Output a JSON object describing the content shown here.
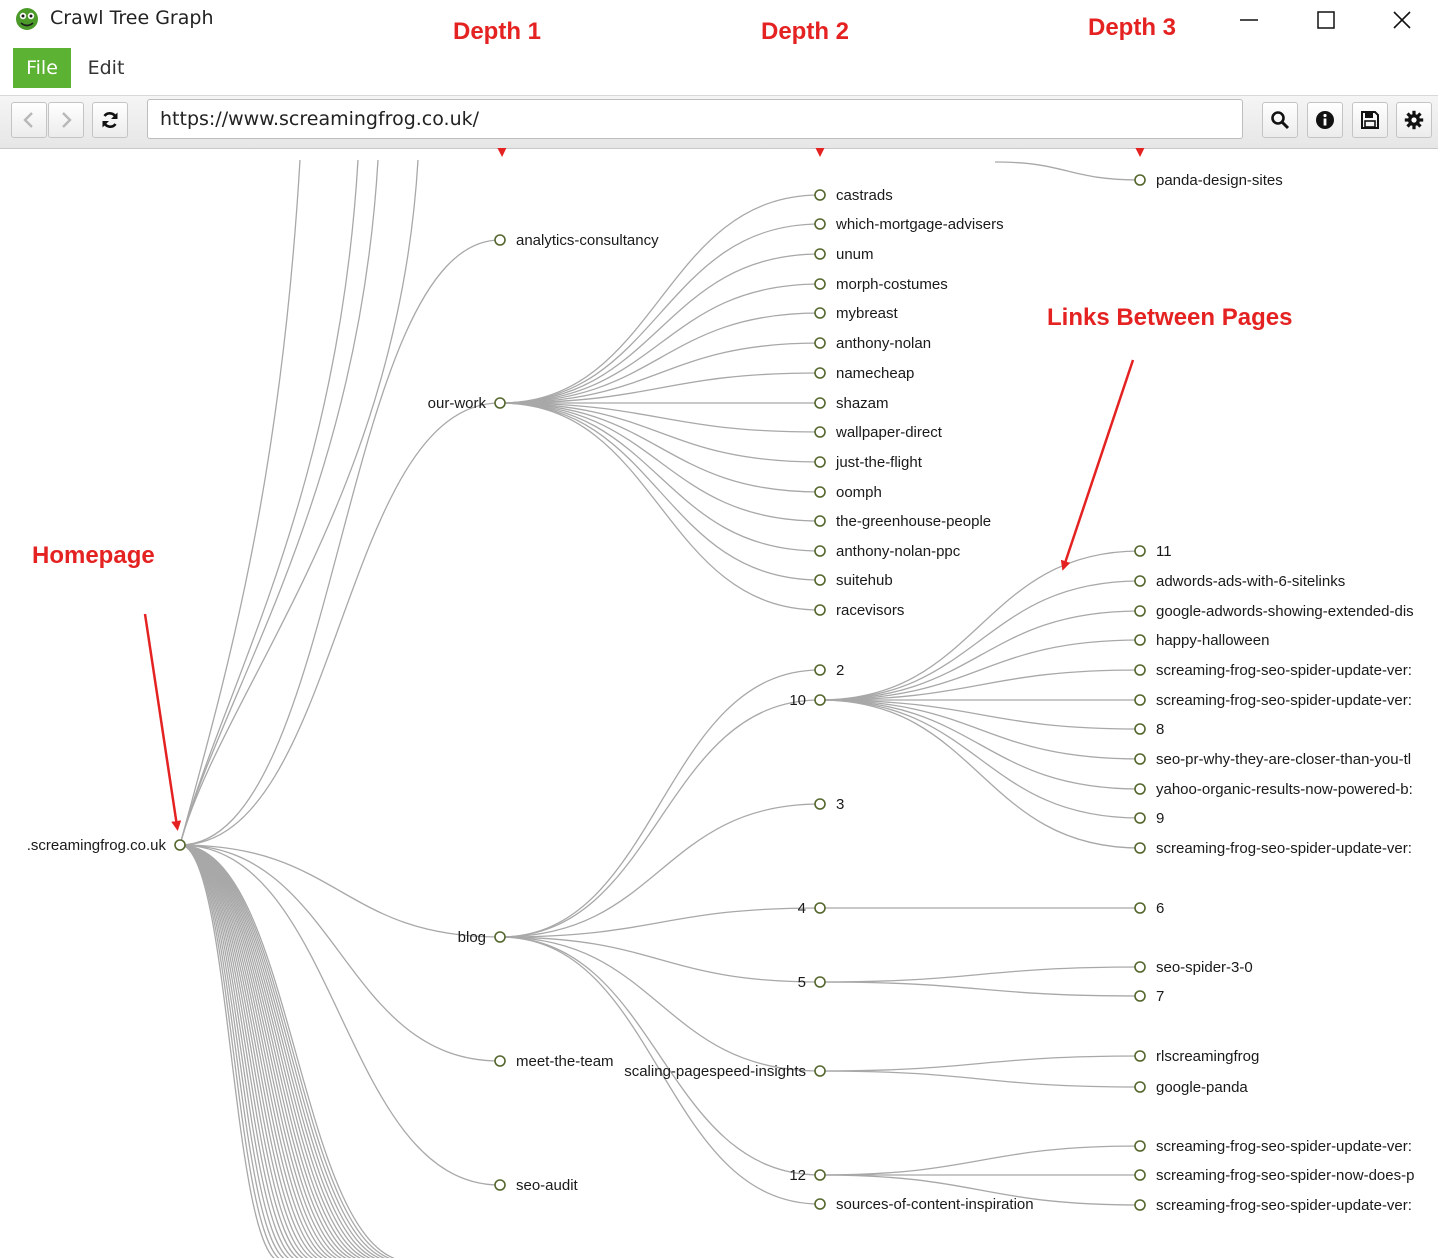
{
  "window": {
    "title": "Crawl Tree Graph"
  },
  "menu": {
    "file": "File",
    "edit": "Edit"
  },
  "toolbar": {
    "url": "https://www.screamingfrog.co.uk/"
  },
  "colors": {
    "accent": "#5cb232",
    "annotation": "#e52222",
    "link": "#a8a8a8",
    "node_stroke": "#55662d"
  },
  "icons": {
    "back": "chevron-left-icon",
    "forward": "chevron-right-icon",
    "refresh": "refresh-icon",
    "search": "search-icon",
    "info": "info-icon",
    "save": "floppy-disk-icon",
    "settings": "gear-icon"
  },
  "annotations": [
    {
      "id": "depth-1",
      "text": "Depth 1"
    },
    {
      "id": "depth-2",
      "text": "Depth 2"
    },
    {
      "id": "depth-3",
      "text": "Depth 3"
    },
    {
      "id": "links-between-pages",
      "text": "Links Between Pages"
    },
    {
      "id": "homepage",
      "text": "Homepage"
    }
  ],
  "tree": {
    "root": ".screamingfrog.co.uk",
    "depth1": [
      "analytics-consultancy",
      "our-work",
      "blog",
      "meet-the-team",
      "seo-audit"
    ],
    "depth2_our_work": [
      "castrads",
      "which-mortgage-advisers",
      "unum",
      "morph-costumes",
      "mybreast",
      "anthony-nolan",
      "namecheap",
      "shazam",
      "wallpaper-direct",
      "just-the-flight",
      "oomph",
      "the-greenhouse-people",
      "anthony-nolan-ppc",
      "suitehub",
      "racevisors"
    ],
    "depth2_blog": [
      "2",
      "10",
      "3",
      "4",
      "5",
      "scaling-pagespeed-insights",
      "12",
      "sources-of-content-inspiration"
    ],
    "depth3_top": [
      "panda-design-sites"
    ],
    "depth3_10": [
      "11",
      "adwords-ads-with-6-sitelinks",
      "google-adwords-showing-extended-dis",
      "happy-halloween",
      "screaming-frog-seo-spider-update-ver:",
      "screaming-frog-seo-spider-update-ver:",
      "8",
      "seo-pr-why-they-are-closer-than-you-tl",
      "yahoo-organic-results-now-powered-b:",
      "9",
      "screaming-frog-seo-spider-update-ver:"
    ],
    "depth3_4": [
      "6"
    ],
    "depth3_5": [
      "seo-spider-3-0",
      "7"
    ],
    "depth3_scaling": [
      "rlscreamingfrog",
      "google-panda"
    ],
    "depth3_12": [
      "screaming-frog-seo-spider-update-ver:",
      "screaming-frog-seo-spider-now-does-p",
      "screaming-frog-seo-spider-update-ver:"
    ]
  }
}
